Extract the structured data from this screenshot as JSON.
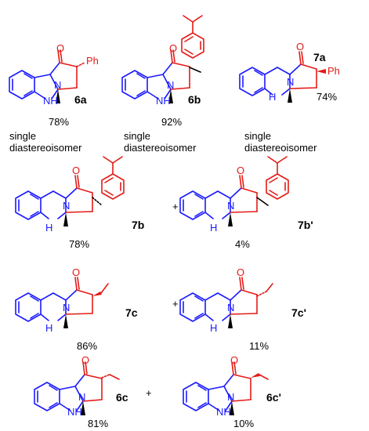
{
  "compounds": [
    {
      "label": "6a",
      "yield": "78%",
      "note_line1": "single",
      "note_line2": "diastereoisomer",
      "substituent": "Ph"
    },
    {
      "label": "6b",
      "yield": "92%",
      "note_line1": "single",
      "note_line2": "diastereoisomer"
    },
    {
      "label": "7a",
      "yield": "74%",
      "note_line1": "single",
      "note_line2": "diastereoisomer",
      "substituent": "Ph"
    },
    {
      "label": "7b",
      "yield": "78%"
    },
    {
      "label": "7b'",
      "yield": "4%"
    },
    {
      "label": "7c",
      "yield": "86%"
    },
    {
      "label": "7c'",
      "yield": "11%"
    },
    {
      "label": "6c",
      "yield": "81%"
    },
    {
      "label": "6c'",
      "yield": "10%"
    }
  ],
  "atoms": {
    "oxygen": "O",
    "nitrogen": "N",
    "amine": "NH",
    "amine_h": "H"
  },
  "plus_sign": "+",
  "colors": {
    "core": "#1a1aff",
    "ring": "#e41b17",
    "methyl": "#000000"
  }
}
